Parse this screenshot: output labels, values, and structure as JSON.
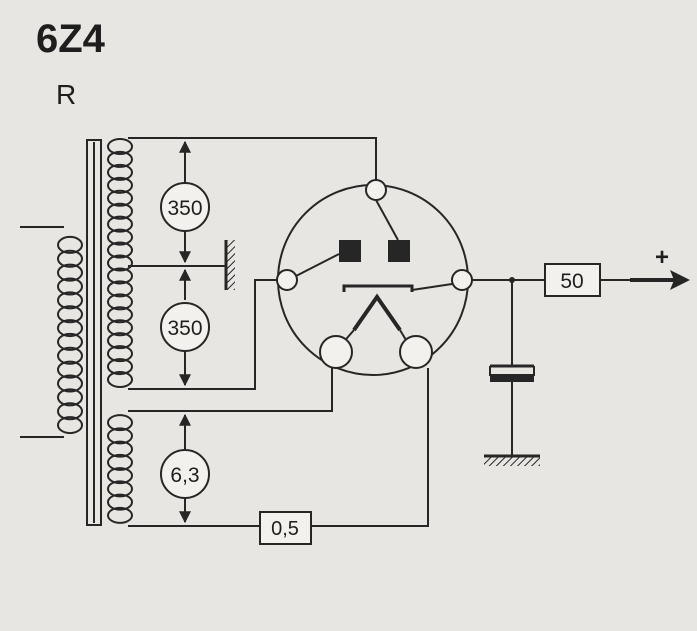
{
  "tube": {
    "name": "6Z4",
    "class": "R"
  },
  "labels": {
    "hv_upper": "350",
    "hv_lower": "350",
    "filament": "6,3",
    "filament_resistor": "0,5",
    "output_resistor": "50",
    "output_polarity": "+"
  },
  "colors": {
    "ink": "#262626",
    "paper": "#e7e6e2"
  }
}
